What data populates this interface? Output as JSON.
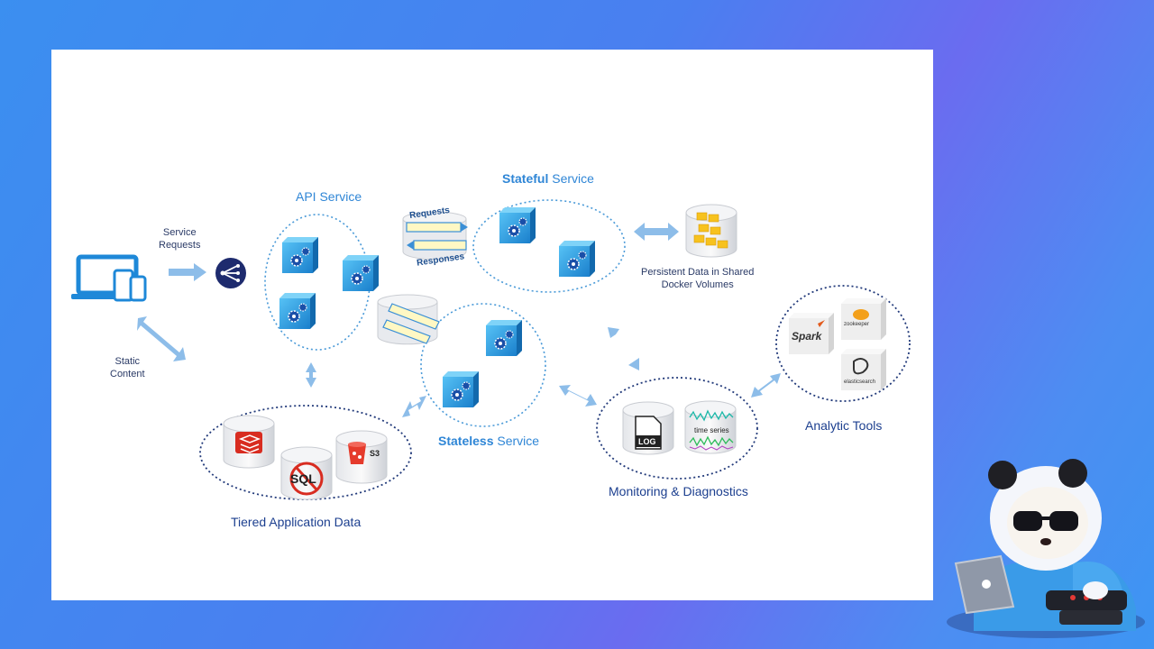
{
  "labels": {
    "api_service": "API Service",
    "stateful_prefix": "Stateful",
    "stateful_suffix": " Service",
    "stateless_prefix": "Stateless",
    "stateless_suffix": " Service",
    "service_requests": "Service\nRequests",
    "static_content": "Static\nContent",
    "requests": "Requests",
    "responses": "Responses",
    "persistent_data": "Persistent Data in Shared\nDocker Volumes",
    "tiered_data": "Tiered Application Data",
    "monitoring": "Monitoring & Diagnostics",
    "analytic_tools": "Analytic Tools",
    "log": "LOG",
    "time_series": "time series",
    "sql": "SQL",
    "s3": "S3",
    "spark": "Spark",
    "zookeeper": "zookeeper",
    "elasticsearch": "elasticsearch"
  },
  "colors": {
    "background_start": "#3b8ff0",
    "background_end": "#6a6cf0",
    "slide": "#ffffff",
    "blue_title": "#2f86d6",
    "dark_title": "#1c3f8f",
    "arrow": "#8dbde9",
    "cube": "#2a9ee0",
    "dotted_circle": "#4a9ad8"
  },
  "icons": [
    "devices-icon",
    "load-balancer-icon",
    "container-cube-icon",
    "database-icon",
    "folder-icon",
    "redis-icon",
    "no-sql-icon",
    "s3-bucket-icon",
    "log-file-icon",
    "time-series-icon",
    "spark-icon",
    "zookeeper-icon",
    "elasticsearch-icon",
    "panda-mascot-icon"
  ]
}
